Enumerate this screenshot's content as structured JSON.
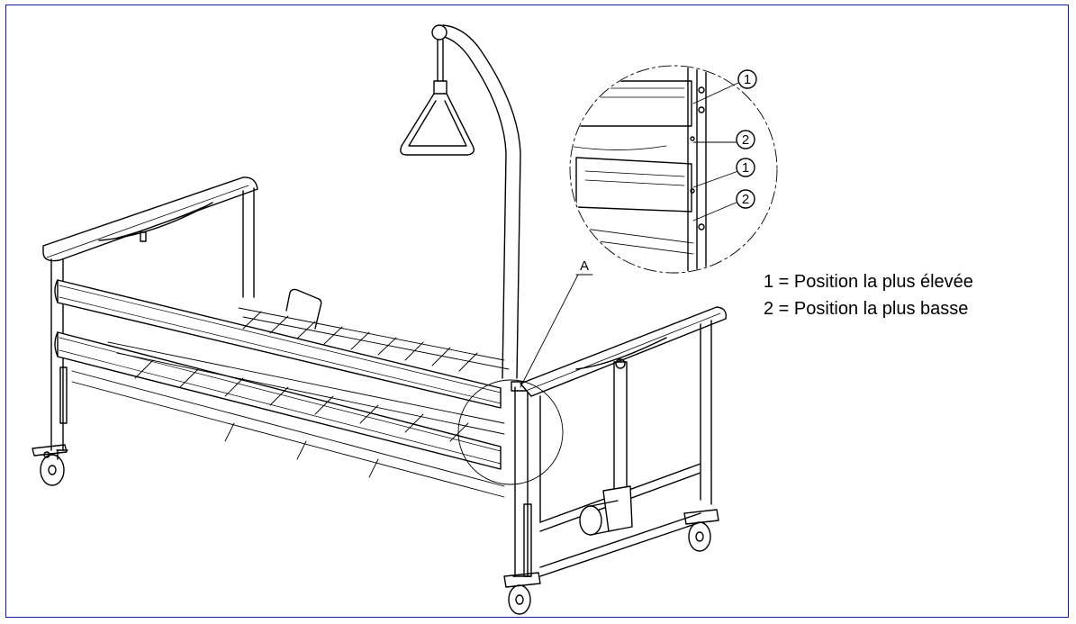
{
  "legend": [
    {
      "text": "1 = Position la plus élevée"
    },
    {
      "text": "2 = Position la plus basse"
    }
  ],
  "callouts": {
    "detail": "A",
    "numbers": [
      "1",
      "2",
      "1",
      "2"
    ]
  },
  "colors": {
    "frame": "#1a1aa8",
    "line": "#000000"
  }
}
